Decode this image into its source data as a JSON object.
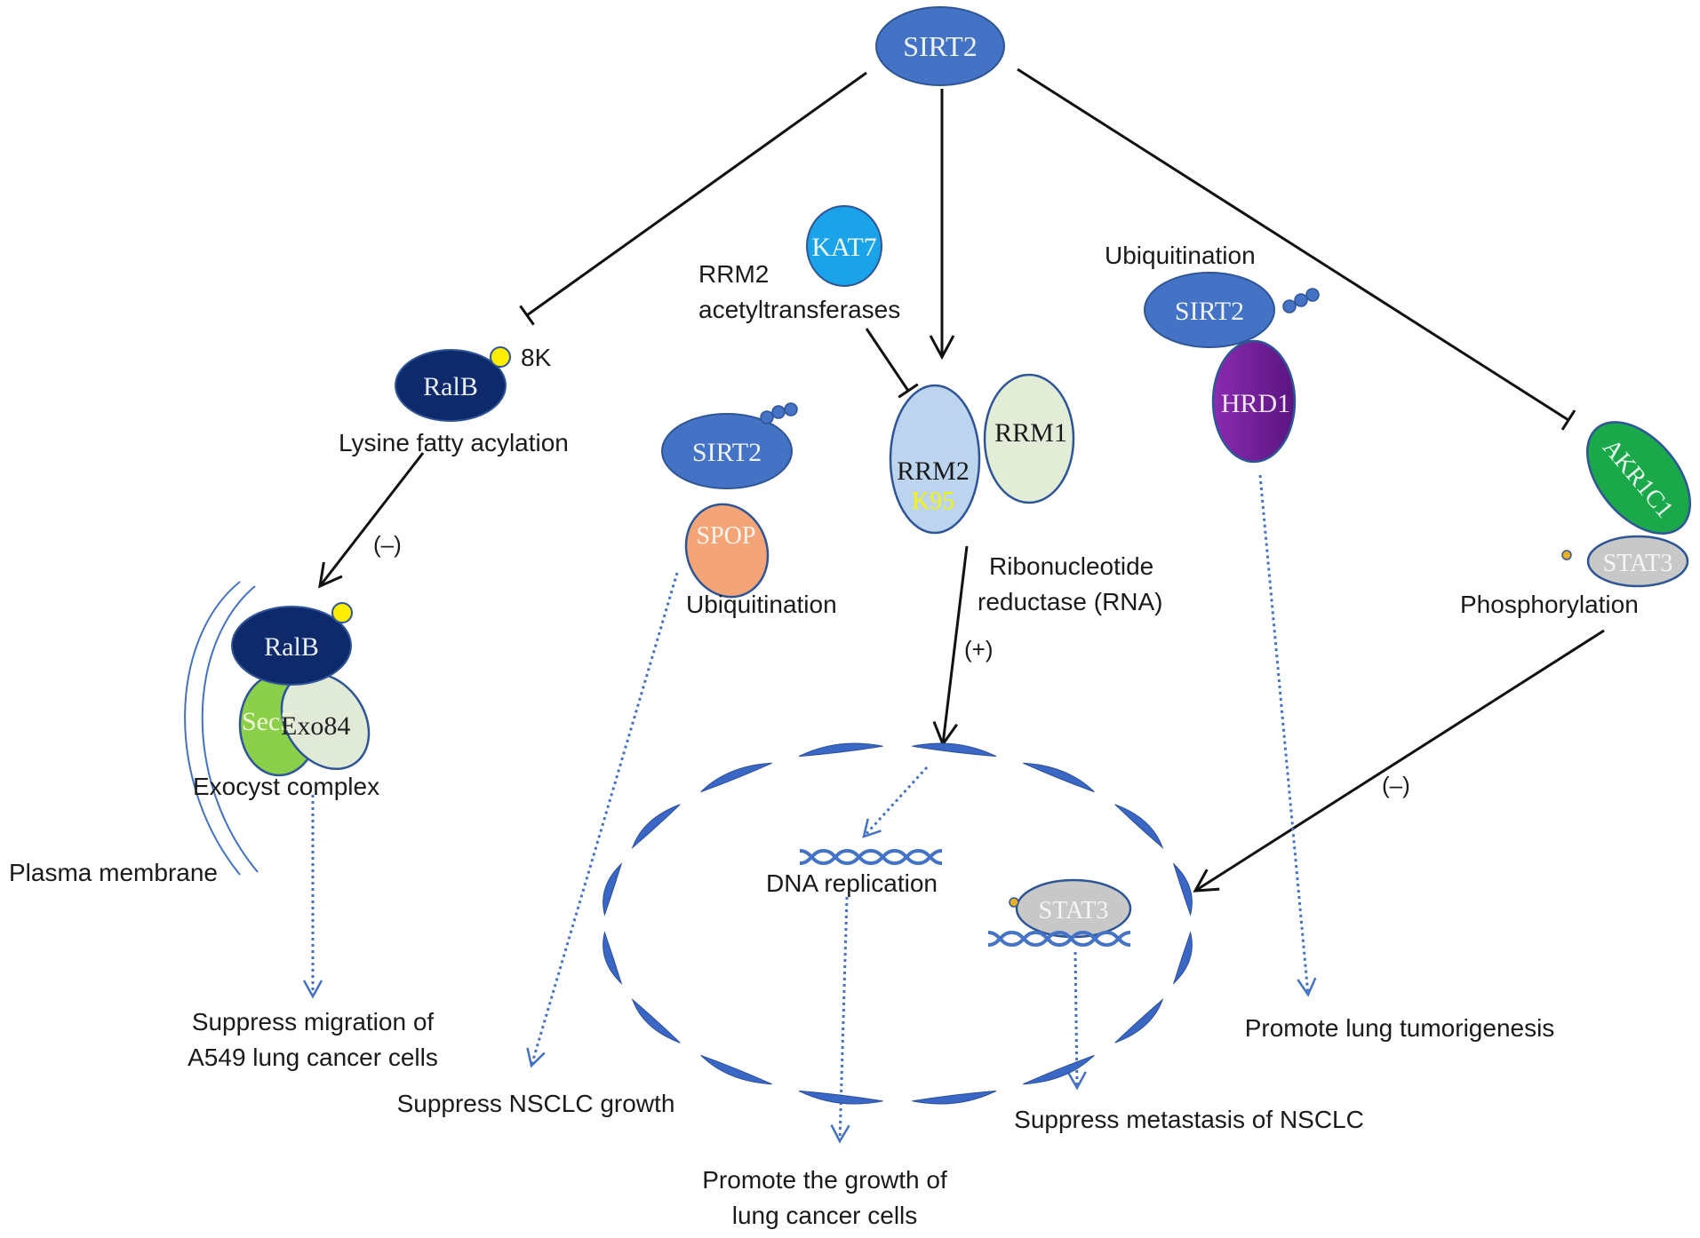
{
  "colors": {
    "sirt2": "#4472c4",
    "ralb": "#0f2a6b",
    "kat7": "#1aa3e8",
    "rrm2": "#bcd4ee",
    "rrm1": "#e2ecd6",
    "spop": "#f4a578",
    "hrd1": "#7a1fa0",
    "akr1c1": "#1aa84a",
    "stat3": "#c8c8c8",
    "sec5": "#8ccf4a",
    "exo84": "#e0ead6",
    "outline": "#2e5597",
    "nucleus": "#3a66c4",
    "dotted": "#4472c4",
    "yellow": "#ffee00",
    "k95": "#f5f500"
  },
  "nodes": {
    "sirt2_top": "SIRT2",
    "ralb_top": "RalB",
    "ralb_mod": "8K",
    "lysine_label": "Lysine fatty acylation",
    "ralb_complex": "RalB",
    "sec5": "Sec5",
    "exo84": "Exo84",
    "exocyst_label": "Exocyst complex",
    "plasma_membrane": "Plasma membrane",
    "kat7": "KAT7",
    "rrm2_acetyl_line1": "RRM2",
    "rrm2_acetyl_line2": "acetyltransferases",
    "rrm2": "RRM2",
    "k95": "K95",
    "rrm1": "RRM1",
    "rnr_line1": "Ribonucleotide",
    "rnr_line2": "reductase (RNA)",
    "sirt2_spop": "SIRT2",
    "spop": "SPOP",
    "ubiq_mid": "Ubiquitination",
    "ubiq_right": "Ubiquitination",
    "sirt2_hrd1": "SIRT2",
    "hrd1": "HRD1",
    "akr1c1": "AKR1C1",
    "stat3_right": "STAT3",
    "phosphorylation": "Phosphorylation",
    "dna_replication": "DNA replication",
    "stat3_nucleus": "STAT3"
  },
  "signs": {
    "minus_left": "(–)",
    "plus_mid": "(+)",
    "minus_right": "(–)"
  },
  "outcomes": {
    "migration_line1": "Suppress migration of",
    "migration_line2": "A549 lung cancer cells",
    "nsclc_growth": "Suppress NSCLC growth",
    "growth_line1": "Promote the growth of",
    "growth_line2": "lung cancer cells",
    "metastasis": "Suppress metastasis of NSCLC",
    "tumorigenesis": "Promote lung tumorigenesis"
  }
}
